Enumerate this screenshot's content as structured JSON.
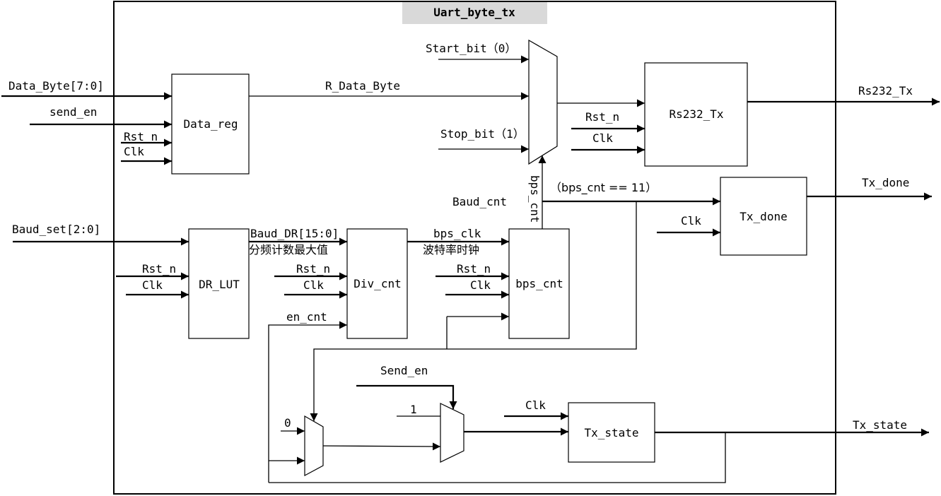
{
  "title": "Uart_byte_tx",
  "colors": {
    "title_text": "#c00000",
    "title_bg": "#d9d9d9",
    "line": "#000000"
  },
  "blocks": {
    "data_reg": "Data_reg",
    "rs232_tx": "Rs232_Tx",
    "tx_done": "Tx_done",
    "dr_lut": "DR_LUT",
    "div_cnt": "Div_cnt",
    "bps_cnt": "bps_cnt",
    "tx_state": "Tx_state"
  },
  "external_ports": {
    "data_byte": "Data_Byte[7:0]",
    "send_en": "send_en",
    "baud_set": "Baud_set[2:0]",
    "rs232_tx_out": "Rs232_Tx",
    "tx_done_out": "Tx_done",
    "tx_state_out": "Tx_state"
  },
  "signals": {
    "r_data_byte": "R_Data_Byte",
    "start_bit": "Start_bit（0）",
    "stop_bit": "Stop_bit（1）",
    "bps_cnt_vertical": "bps_cnt",
    "baud_cnt": "Baud_cnt",
    "bps_cnt_eq": "（bps_cnt == 11）",
    "baud_dr": "Baud_DR[15:0]",
    "baud_dr_cn": "分频计数最大值",
    "bps_clk": "bps_clk",
    "bps_clk_cn": "波特率时钟",
    "en_cnt": "en_cnt",
    "send_en_inner": "Send_en",
    "mux_in_1": "1",
    "mux_in_0": "0",
    "rst_n": "Rst_n",
    "clk": "Clk"
  }
}
